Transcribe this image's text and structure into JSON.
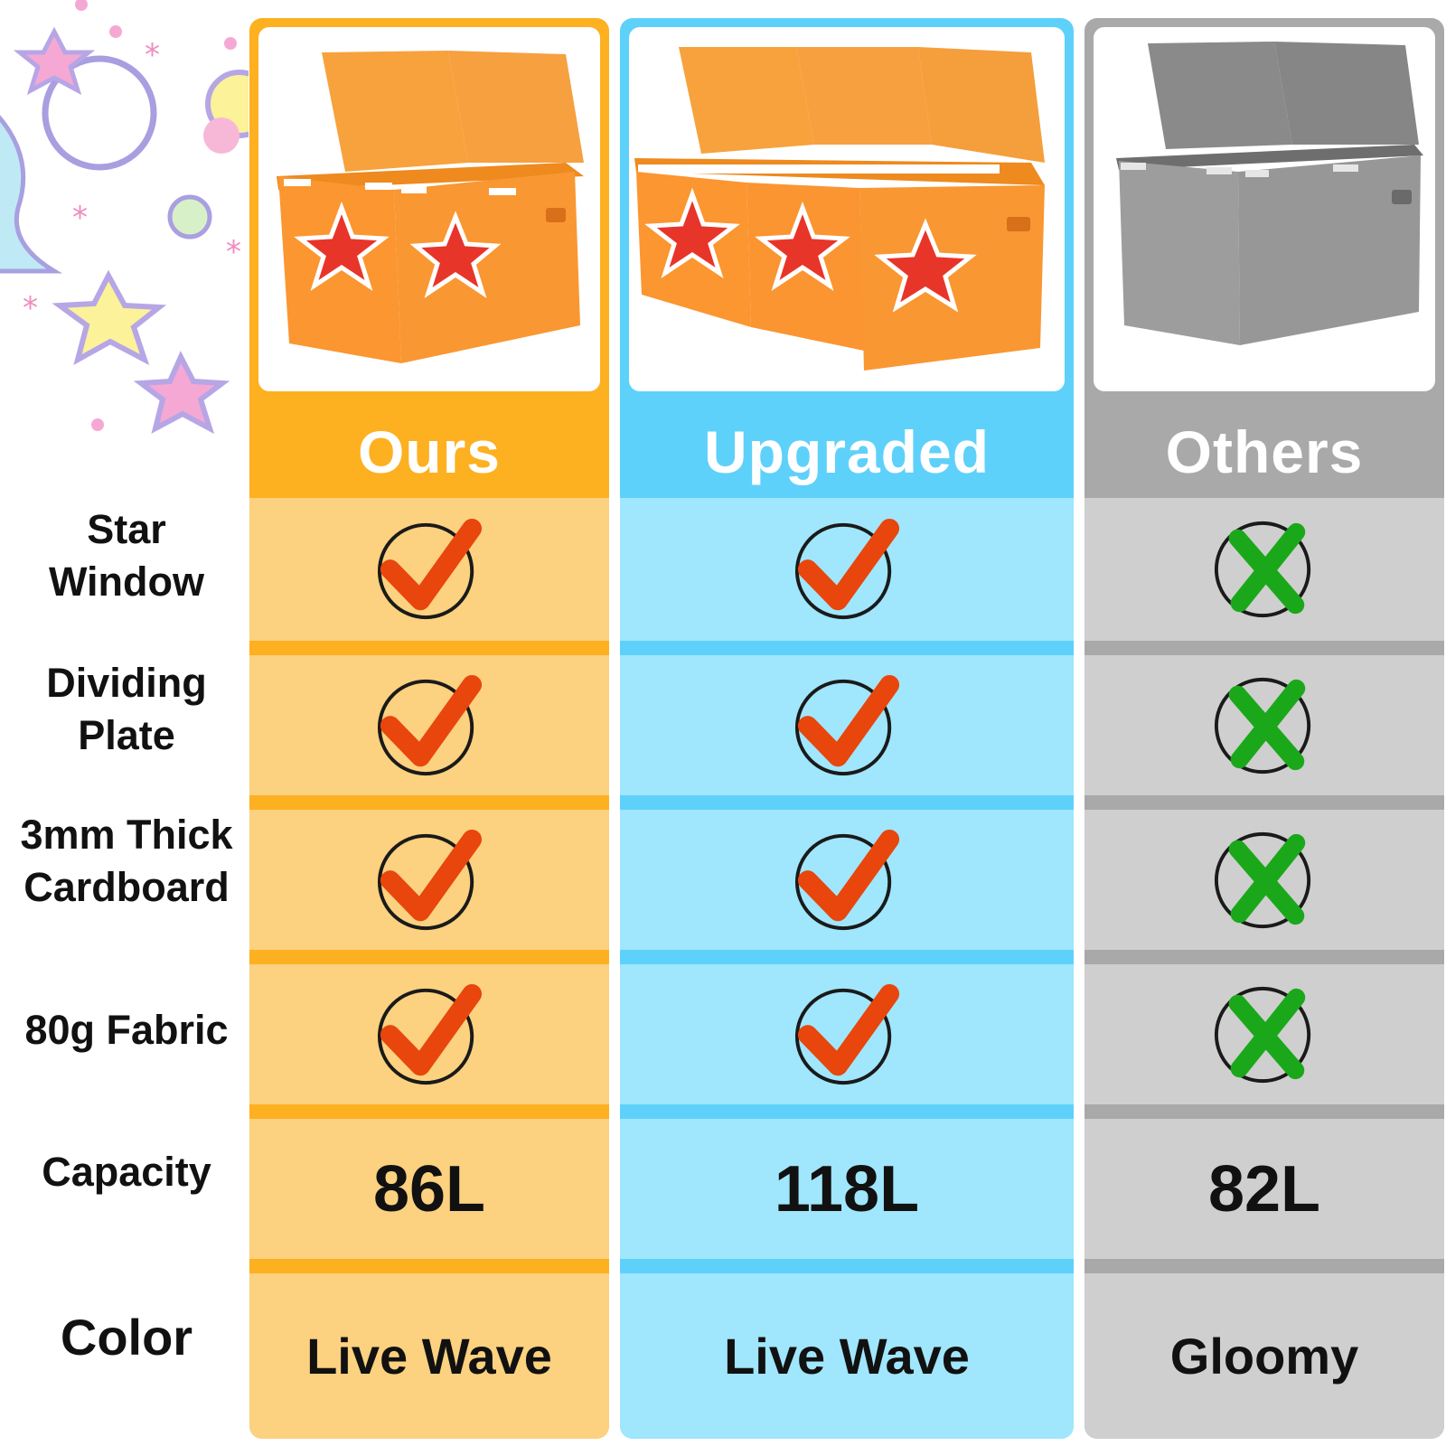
{
  "columns": [
    {
      "key": "ours",
      "title": "Ours",
      "capacity": "86L",
      "color_value": "Live Wave",
      "marks": [
        "check",
        "check",
        "check",
        "check"
      ],
      "accent": "#fdb020"
    },
    {
      "key": "upgraded",
      "title": "Upgraded",
      "capacity": "118L",
      "color_value": "Live Wave",
      "marks": [
        "check",
        "check",
        "check",
        "check"
      ],
      "accent": "#5ed1fa"
    },
    {
      "key": "others",
      "title": "Others",
      "capacity": "82L",
      "color_value": "Gloomy",
      "marks": [
        "cross",
        "cross",
        "cross",
        "cross"
      ],
      "accent": "#a9a9a9"
    }
  ],
  "rows": {
    "star_window": [
      "Star",
      "Window"
    ],
    "dividing_plate": [
      "Dividing",
      "Plate"
    ],
    "cardboard": [
      "3mm Thick",
      "Cardboard"
    ],
    "fabric": "80g Fabric",
    "capacity": "Capacity",
    "color": "Color"
  },
  "icons": {
    "check": "red-check-circle-icon",
    "cross": "green-cross-circle-icon"
  },
  "palette": {
    "check_red": "#e8460c",
    "cross_green": "#1aa81a",
    "box_orange": "#fb9a36",
    "box_gray": "#8f8f8f"
  }
}
